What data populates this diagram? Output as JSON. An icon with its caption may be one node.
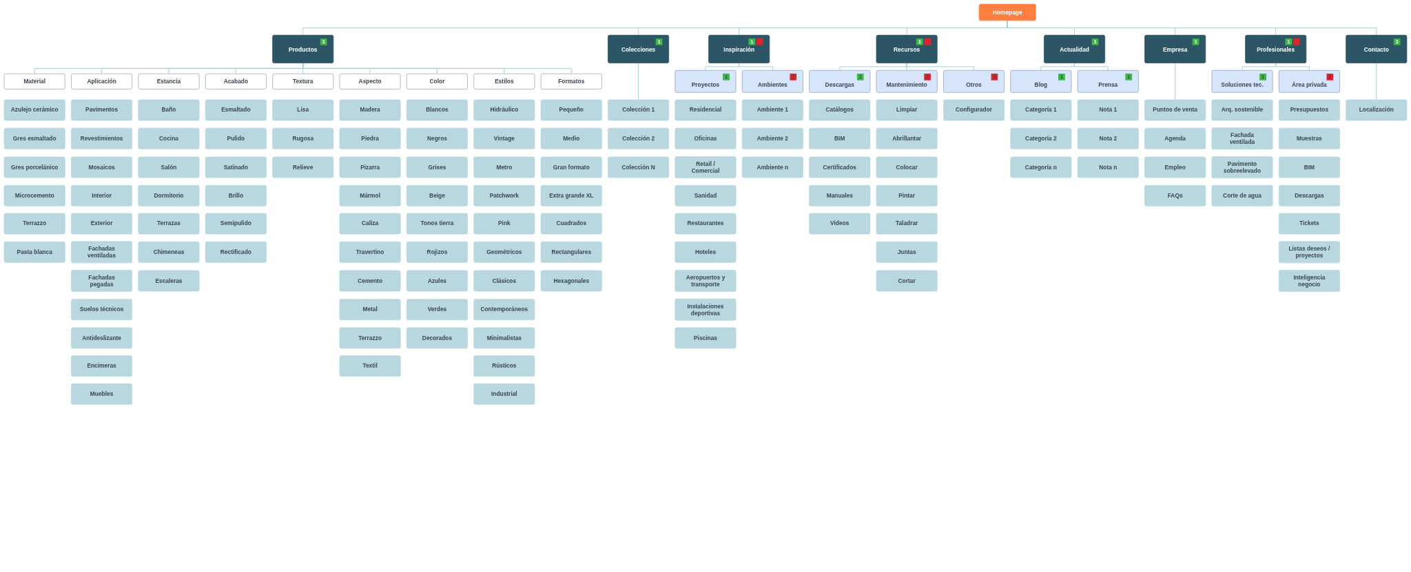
{
  "diagram": {
    "nodes": [
      {
        "text": [
          "Homepage"
        ]
      },
      {
        "text": [
          "1",
          "Productos"
        ]
      },
      {
        "text": [
          "Material"
        ]
      },
      {
        "text": [
          "Azulejo cerámico"
        ]
      },
      {
        "text": [
          "Gres esmaltado"
        ]
      },
      {
        "text": [
          "Gres porcelánico"
        ]
      },
      {
        "text": [
          "Microcemento"
        ]
      },
      {
        "text": [
          "Terrazzo"
        ]
      },
      {
        "text": [
          "Pasta blanca"
        ]
      },
      {
        "text": [
          "Aplicación"
        ]
      },
      {
        "text": [
          "Pavimentos"
        ]
      },
      {
        "text": [
          "Revestimientos"
        ]
      },
      {
        "text": [
          "Mosaicos"
        ]
      },
      {
        "text": [
          "Interior"
        ]
      },
      {
        "text": [
          "Exterior"
        ]
      },
      {
        "text": [
          "Fachadas ventiladas"
        ]
      },
      {
        "text": [
          "Fachadas pegadas"
        ]
      },
      {
        "text": [
          "Suelos técnicos"
        ]
      },
      {
        "text": [
          "Antideslizante"
        ]
      },
      {
        "text": [
          "Encimeras"
        ]
      },
      {
        "text": [
          "Muebles"
        ]
      },
      {
        "text": [
          "Estancia"
        ]
      },
      {
        "text": [
          "Baño"
        ]
      },
      {
        "text": [
          "Cocina"
        ]
      },
      {
        "text": [
          "Salón"
        ]
      },
      {
        "text": [
          "Dormitorio"
        ]
      },
      {
        "text": [
          "Terrazas"
        ]
      },
      {
        "text": [
          "Chimeneas"
        ]
      },
      {
        "text": [
          "Escaleras"
        ]
      },
      {
        "text": [
          "Acabado"
        ]
      },
      {
        "text": [
          "Esmaltado"
        ]
      },
      {
        "text": [
          "Pulido"
        ]
      },
      {
        "text": [
          "Satinado"
        ]
      },
      {
        "text": [
          "Brillo"
        ]
      },
      {
        "text": [
          "Semipulido"
        ]
      },
      {
        "text": [
          "Rectificado"
        ]
      },
      {
        "text": [
          "Textura"
        ]
      },
      {
        "text": [
          "Lisa"
        ]
      },
      {
        "text": [
          "Rugosa"
        ]
      },
      {
        "text": [
          "Relieve"
        ]
      },
      {
        "text": [
          "Aspecto"
        ]
      },
      {
        "text": [
          "Madera"
        ]
      },
      {
        "text": [
          "Piedra"
        ]
      },
      {
        "text": [
          "Pizarra"
        ]
      },
      {
        "text": [
          "Mármol"
        ]
      },
      {
        "text": [
          "Caliza"
        ]
      },
      {
        "text": [
          "Travertino"
        ]
      },
      {
        "text": [
          "Cemento"
        ]
      },
      {
        "text": [
          "Metal"
        ]
      },
      {
        "text": [
          "Terrazzo"
        ]
      },
      {
        "text": [
          "Textil"
        ]
      },
      {
        "text": [
          "Color"
        ]
      },
      {
        "text": [
          "Blancos"
        ]
      },
      {
        "text": [
          "Negros"
        ]
      },
      {
        "text": [
          "Grises"
        ]
      },
      {
        "text": [
          "Beige"
        ]
      },
      {
        "text": [
          "Tonos tierra"
        ]
      },
      {
        "text": [
          "Rojizos"
        ]
      },
      {
        "text": [
          "Azules"
        ]
      },
      {
        "text": [
          "Verdes"
        ]
      },
      {
        "text": [
          "Decorados"
        ]
      },
      {
        "text": [
          "Estilos"
        ]
      },
      {
        "text": [
          "Hidráulico"
        ]
      },
      {
        "text": [
          "Vintage"
        ]
      },
      {
        "text": [
          "Metro"
        ]
      },
      {
        "text": [
          "Patchwork"
        ]
      },
      {
        "text": [
          "Pink"
        ]
      },
      {
        "text": [
          "Geométricos"
        ]
      },
      {
        "text": [
          "Clásicos"
        ]
      },
      {
        "text": [
          "Contemporáneos"
        ]
      },
      {
        "text": [
          "Minimalistas"
        ]
      },
      {
        "text": [
          "Rústicos"
        ]
      },
      {
        "text": [
          "Industrial"
        ]
      },
      {
        "text": [
          "Formatos"
        ]
      },
      {
        "text": [
          "Pequeño"
        ]
      },
      {
        "text": [
          "Medio"
        ]
      },
      {
        "text": [
          "Gran formato"
        ]
      },
      {
        "text": [
          "Extra grande XL"
        ]
      },
      {
        "text": [
          "Cuadrados"
        ]
      },
      {
        "text": [
          "Rectangulares"
        ]
      },
      {
        "text": [
          "Hexagonales"
        ]
      },
      {
        "text": [
          "1",
          "Colecciones"
        ]
      },
      {
        "text": [
          "Colección 1"
        ]
      },
      {
        "text": [
          "Colección 2"
        ]
      },
      {
        "text": [
          "Colección N"
        ]
      },
      {
        "text": [
          "1",
          "Inspiración"
        ]
      },
      {
        "text": [
          "1",
          "Proyectos"
        ]
      },
      {
        "text": [
          "Residencial"
        ]
      },
      {
        "text": [
          "Oficinas"
        ]
      },
      {
        "text": [
          "Retail / Comercial"
        ]
      },
      {
        "text": [
          "Sanidad"
        ]
      },
      {
        "text": [
          "Restaurantes"
        ]
      },
      {
        "text": [
          "Hoteles"
        ]
      },
      {
        "text": [
          "Aeropuertos y transporte"
        ]
      },
      {
        "text": [
          "Instalaciones deportivas"
        ]
      },
      {
        "text": [
          "Piscinas"
        ]
      },
      {
        "text": [
          "2",
          "Ambientes"
        ]
      },
      {
        "text": [
          "Ambiente 1"
        ]
      },
      {
        "text": [
          "Ambiente 2"
        ]
      },
      {
        "text": [
          "Ambiente n"
        ]
      },
      {
        "text": [
          "1",
          "Recursos"
        ]
      },
      {
        "text": [
          "1",
          "Descargas"
        ]
      },
      {
        "text": [
          "Catálogos"
        ]
      },
      {
        "text": [
          "BIM"
        ]
      },
      {
        "text": [
          "Certificados"
        ]
      },
      {
        "text": [
          "Manuales"
        ]
      },
      {
        "text": [
          "Videos"
        ]
      },
      {
        "text": [
          "2",
          "Mantenimiento"
        ]
      },
      {
        "text": [
          "Limpiar"
        ]
      },
      {
        "text": [
          "Abrillantar"
        ]
      },
      {
        "text": [
          "Colocar"
        ]
      },
      {
        "text": [
          "Pintar"
        ]
      },
      {
        "text": [
          "Taladrar"
        ]
      },
      {
        "text": [
          "Juntas"
        ]
      },
      {
        "text": [
          "Cortar"
        ]
      },
      {
        "text": [
          "2",
          "Otros"
        ]
      },
      {
        "text": [
          "Configurador"
        ]
      },
      {
        "text": [
          "1",
          "Actualidad"
        ]
      },
      {
        "text": [
          "1",
          "Blog"
        ]
      },
      {
        "text": [
          "Categoría 1"
        ]
      },
      {
        "text": [
          "Categoría 2"
        ]
      },
      {
        "text": [
          "Categoría n"
        ]
      },
      {
        "text": [
          "1",
          "Prensa"
        ]
      },
      {
        "text": [
          "Nota 1"
        ]
      },
      {
        "text": [
          "Nota 2"
        ]
      },
      {
        "text": [
          "Nota n"
        ]
      },
      {
        "text": [
          "1",
          "Empresa"
        ]
      },
      {
        "text": [
          "Puntos de venta"
        ]
      },
      {
        "text": [
          "Agenda"
        ]
      },
      {
        "text": [
          "Empleo"
        ]
      },
      {
        "text": [
          "FAQs"
        ]
      },
      {
        "text": [
          "1",
          "Profesionales"
        ]
      },
      {
        "text": [
          "1",
          "Soluciones tec."
        ]
      },
      {
        "text": [
          "Arq. sostenible"
        ]
      },
      {
        "text": [
          "Fachada ventilada"
        ]
      },
      {
        "text": [
          "Pavimento sobreelevado"
        ]
      },
      {
        "text": [
          "Corte de agua"
        ]
      },
      {
        "text": [
          "2",
          "Área privada"
        ]
      },
      {
        "text": [
          "Presupuestos"
        ]
      },
      {
        "text": [
          "Muestras"
        ]
      },
      {
        "text": [
          "BIM"
        ]
      },
      {
        "text": [
          "Descargas"
        ]
      },
      {
        "text": [
          "Tickets"
        ]
      },
      {
        "text": [
          "Listas deseos / proyectos"
        ]
      },
      {
        "text": [
          "Inteligencia negocio"
        ]
      },
      {
        "text": [
          "1",
          "Contacto"
        ]
      },
      {
        "text": [
          "Localización"
        ]
      }
    ],
    "edges": [
      {
        "from": 0,
        "to": 1,
        "arrow": "none"
      },
      {
        "from": 0,
        "to": 81,
        "arrow": "none"
      },
      {
        "from": 0,
        "to": 85,
        "arrow": "none"
      },
      {
        "from": 0,
        "to": 100,
        "arrow": "none"
      },
      {
        "from": 0,
        "to": 117,
        "arrow": "none"
      },
      {
        "from": 0,
        "to": 126,
        "arrow": "none"
      },
      {
        "from": 0,
        "to": 131,
        "arrow": "none"
      },
      {
        "from": 0,
        "to": 145,
        "arrow": "none"
      },
      {
        "from": 1,
        "to": 2,
        "arrow": "none"
      },
      {
        "from": 1,
        "to": 9,
        "arrow": "none"
      },
      {
        "from": 1,
        "to": 21,
        "arrow": "none"
      },
      {
        "from": 1,
        "to": 29,
        "arrow": "none"
      },
      {
        "from": 1,
        "to": 36,
        "arrow": "none"
      },
      {
        "from": 1,
        "to": 40,
        "arrow": "none"
      },
      {
        "from": 1,
        "to": 51,
        "arrow": "none"
      },
      {
        "from": 1,
        "to": 61,
        "arrow": "none"
      },
      {
        "from": 1,
        "to": 73,
        "arrow": "none"
      },
      {
        "from": 81,
        "to": 82,
        "arrow": "none"
      },
      {
        "from": 85,
        "to": 86,
        "arrow": "none"
      },
      {
        "from": 85,
        "to": 96,
        "arrow": "none"
      },
      {
        "from": 100,
        "to": 101,
        "arrow": "none"
      },
      {
        "from": 100,
        "to": 107,
        "arrow": "none"
      },
      {
        "from": 100,
        "to": 115,
        "arrow": "none"
      },
      {
        "from": 117,
        "to": 118,
        "arrow": "none"
      },
      {
        "from": 117,
        "to": 122,
        "arrow": "none"
      },
      {
        "from": 126,
        "to": 127,
        "arrow": "none"
      },
      {
        "from": 131,
        "to": 132,
        "arrow": "none"
      },
      {
        "from": 131,
        "to": 137,
        "arrow": "none"
      },
      {
        "from": 145,
        "to": 146,
        "arrow": "none"
      }
    ]
  }
}
